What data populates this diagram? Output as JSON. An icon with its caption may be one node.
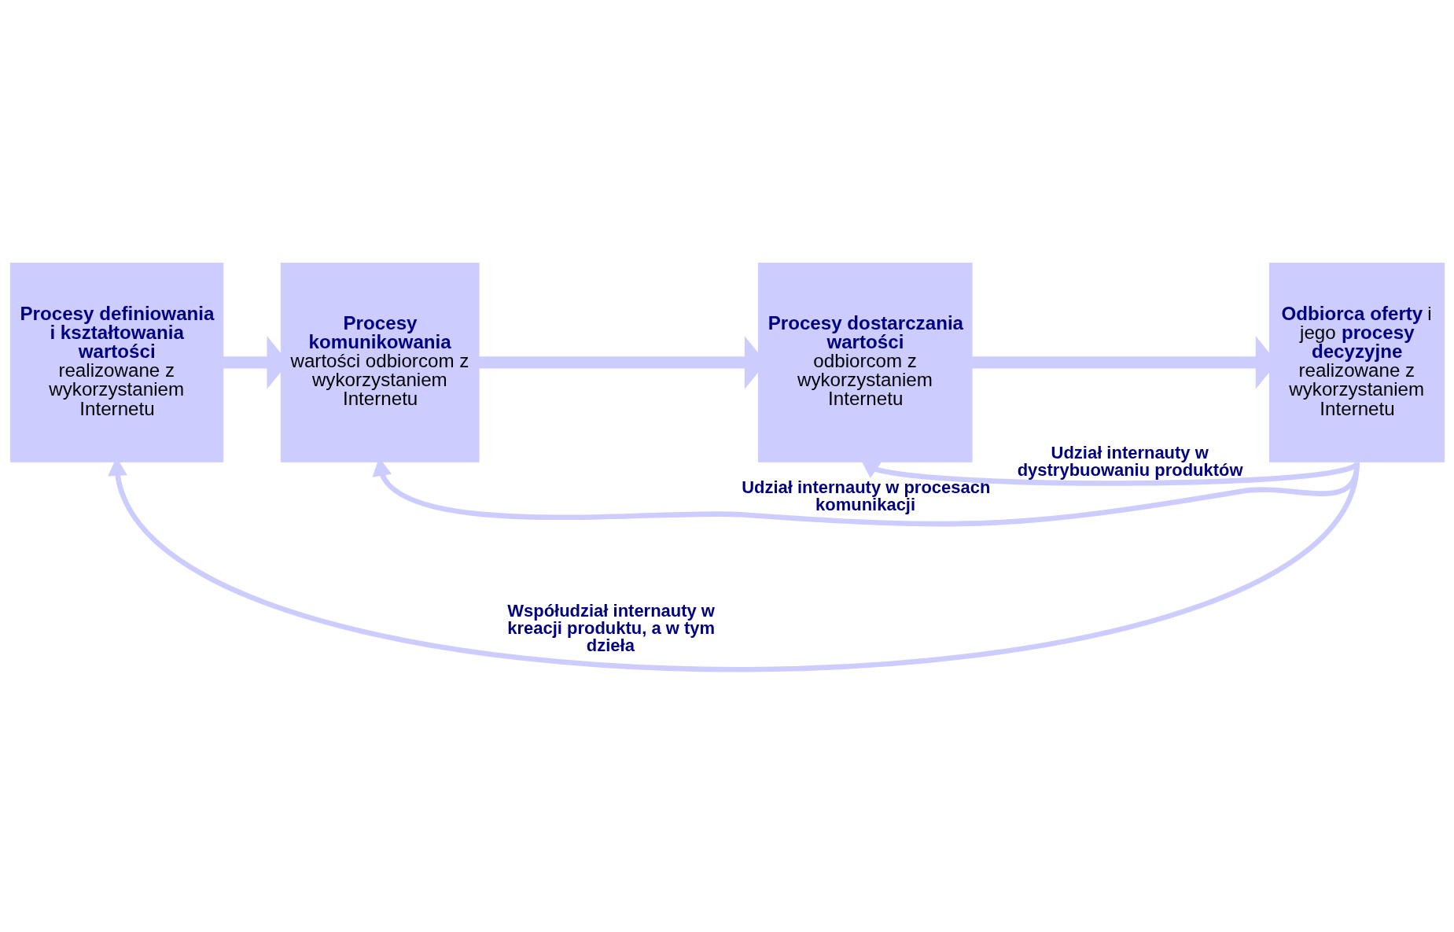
{
  "diagram": {
    "nodes": [
      {
        "text": [
          "Procesy definiowania i kształtowania wartości",
          "realizowane z wykorzystaniem Internetu"
        ]
      },
      {
        "text": [
          "Procesy komunikowania",
          "wartości odbiorcom z wykorzystaniem Internetu"
        ]
      },
      {
        "text": [
          "Procesy dostarczania wartości",
          "odbiorcom z wykorzystaniem Internetu"
        ]
      },
      {
        "text": [
          "**Odbiorca oferty** i jego **procesy decyzyjne**",
          "realizowane z wykorzystaniem Internetu"
        ]
      }
    ],
    "edges": [
      {
        "from": 0,
        "to": 1,
        "arrow": "to",
        "style": "thick"
      },
      {
        "from": 1,
        "to": 2,
        "arrow": "to",
        "style": "thick"
      },
      {
        "from": 2,
        "to": 3,
        "arrow": "to",
        "style": "thick"
      },
      {
        "from": 3,
        "to": 2,
        "arrow": "to",
        "label": "Udział internauty w dystrybuowaniu produktów"
      },
      {
        "from": 3,
        "to": 1,
        "arrow": "to",
        "label": "Udział internauty w procesach komunikacji"
      },
      {
        "from": 3,
        "to": 0,
        "arrow": "to",
        "label": "Współudział internauty w kreacji produktu, a w tym dzieła"
      }
    ]
  }
}
